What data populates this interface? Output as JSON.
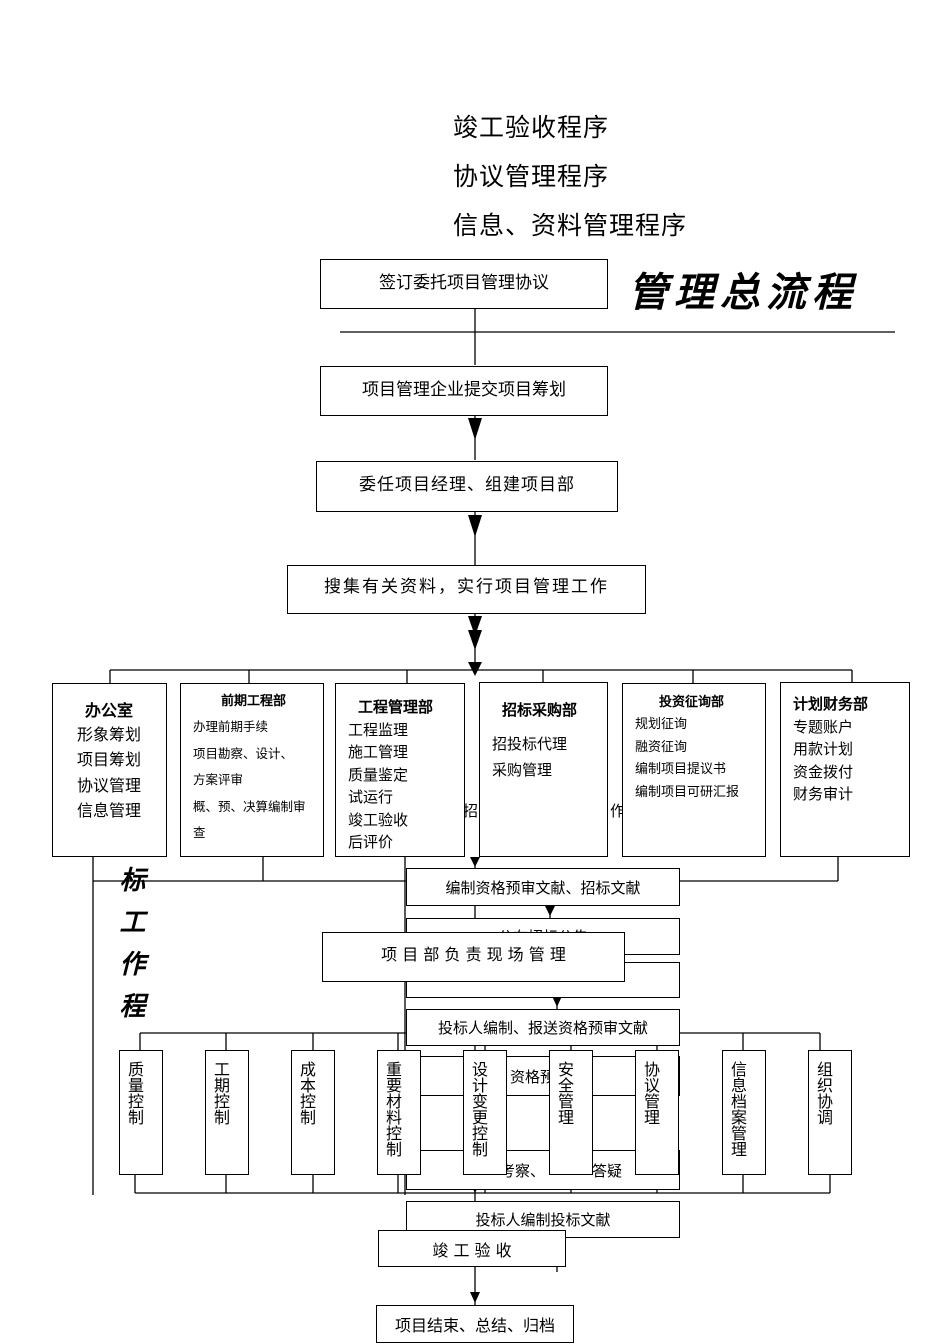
{
  "headings": [
    "竣工验收程序",
    "协议管理程序",
    "信息、资料管理程序"
  ],
  "main_title": "管理总流程",
  "flow": {
    "step1": "签订委托项目管理协议",
    "step2": "项目管理企业提交项目筹划",
    "step3": "委任项目经理、组建项目部",
    "step4": "搜集有关资料，实行项目管理工作",
    "field": "项 目 部 负 责 现 场 管 理",
    "completion": "竣 工 验 收",
    "end": "项目结束、总结、归档"
  },
  "departments": [
    {
      "title": "办公室",
      "items": [
        "形象筹划",
        "项目筹划",
        "协议管理",
        "信息管理"
      ]
    },
    {
      "title": "前期工程部",
      "items": [
        "办理前期手续",
        "项目勘察、设计、",
        "方案评审",
        "概、预、决算编制审",
        "查"
      ]
    },
    {
      "title": "工程管理部",
      "items": [
        "工程监理",
        "施工管理",
        "质量鉴定",
        "试运行",
        "竣工验收",
        "后评价"
      ]
    },
    {
      "title": "招标采购部",
      "items": [
        "招投标代理",
        "采购管理"
      ]
    },
    {
      "title": "投资征询部",
      "items": [
        "规划征询",
        "融资征询",
        "编制项目提议书",
        "编制项目可研汇报"
      ]
    },
    {
      "title": "计划财务部",
      "items": [
        "专题账户",
        "用款计划",
        "资金拨付",
        "财务审计"
      ]
    }
  ],
  "tender_flow": {
    "side_title": "招标工作程序",
    "visible_side_chars": [
      "标",
      "工",
      "作",
      "程"
    ],
    "overlap_fragments": [
      "招",
      "作"
    ],
    "steps": [
      "编制资格预审文献、招标文献",
      "公布招标公告",
      "投标人编制、报送资格预审文献",
      "资格预",
      "考察、",
      "答疑",
      "投标人编制投标文献"
    ]
  },
  "controls": [
    "质量控制",
    "工期控制",
    "成本控制",
    "重要材料控制",
    "设计变更控制",
    "安全管理",
    "协议管理",
    "信息档案管理",
    "组织协调"
  ]
}
